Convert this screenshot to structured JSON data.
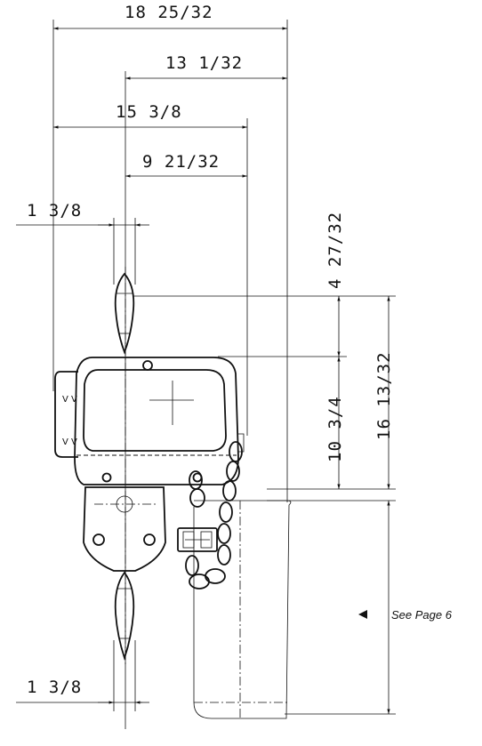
{
  "dimensions": {
    "overall_width": "18 25/32",
    "right_extent": "13 1/32",
    "hoist_width": "15 3/8",
    "center_to_chain": "9 21/32",
    "top_hook_width": "1 3/8",
    "bottom_hook_width": "1 3/8",
    "upper_height": "4 27/32",
    "body_height": "10 3/4",
    "headroom_height": "16 13/32"
  },
  "reference": {
    "arrow_icon": "left-pointing-triangle",
    "label": "See Page 6"
  }
}
